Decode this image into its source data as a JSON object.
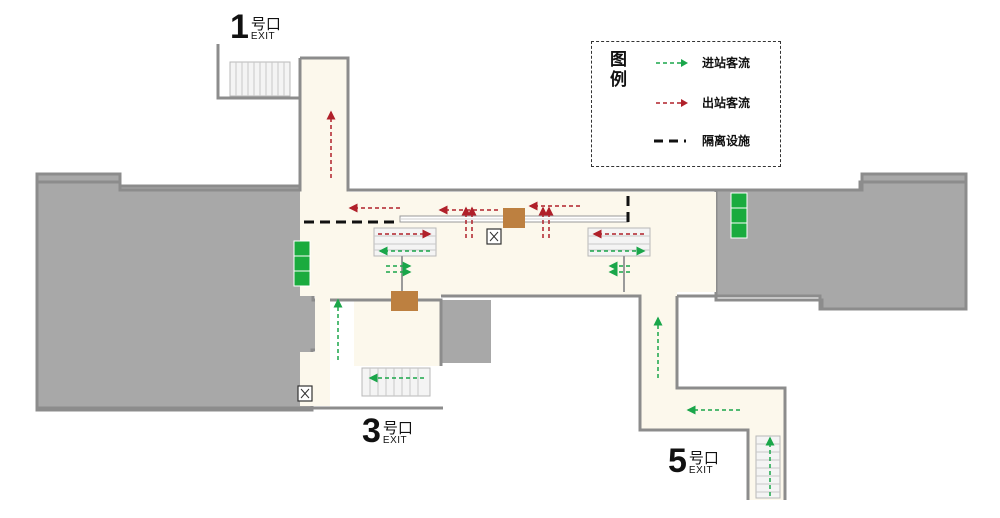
{
  "exits": [
    {
      "number": "1",
      "label_cn": "号口",
      "label_en": "EXIT"
    },
    {
      "number": "3",
      "label_cn": "号口",
      "label_en": "EXIT"
    },
    {
      "number": "5",
      "label_cn": "号口",
      "label_en": "EXIT"
    }
  ],
  "legend": {
    "title": "图例",
    "items": [
      {
        "label": "进站客流",
        "symbol": "entry-flow-arrow",
        "color": "#1aa64a"
      },
      {
        "label": "出站客流",
        "symbol": "exit-flow-arrow",
        "color": "#b0202a"
      },
      {
        "label": "隔离设施",
        "symbol": "barrier-line",
        "color": "#111111"
      }
    ]
  },
  "colors": {
    "concourse": "#fcf8ec",
    "surrounding_block": "#a8a8a8",
    "outline": "#8c8c8c",
    "ticket_gate": "#bd8040",
    "ticket_machine": "#1aab3e",
    "entry_flow": "#1aa64a",
    "exit_flow": "#b0202a"
  }
}
